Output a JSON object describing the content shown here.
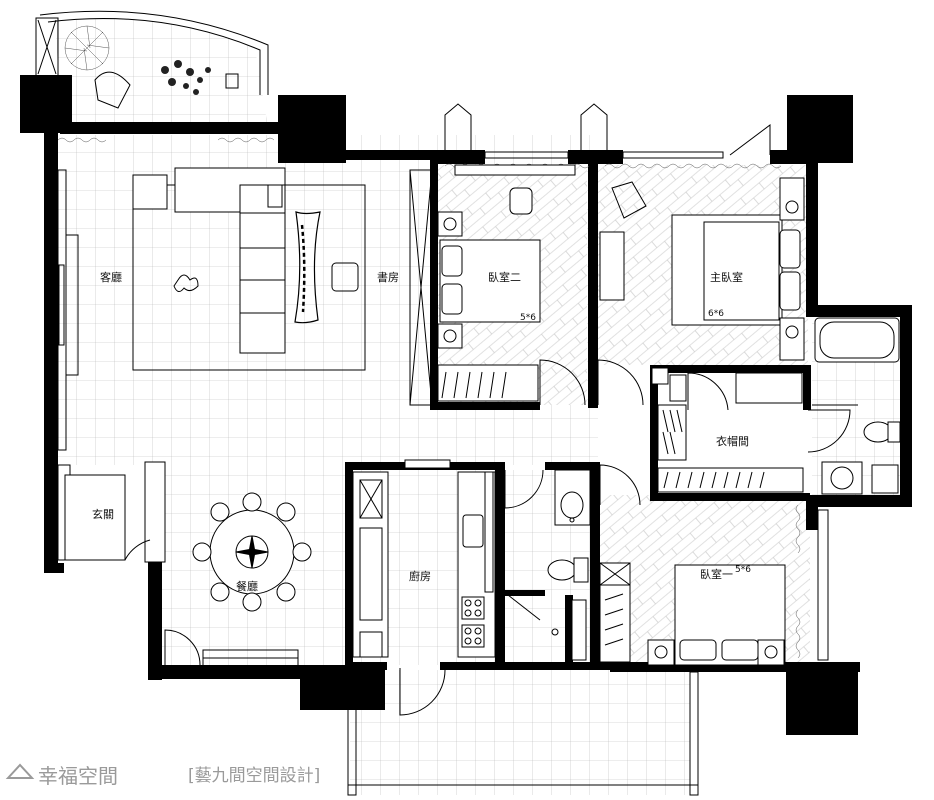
{
  "rooms": {
    "living_room": "客廳",
    "study": "書房",
    "second_bedroom": "臥室二",
    "second_bedroom_size": "5*6",
    "master_bedroom": "主臥室",
    "master_bedroom_size": "6*6",
    "walk_in_closet": "衣帽間",
    "entrance": "玄關",
    "dining_room": "餐廳",
    "kitchen": "廚房",
    "first_bedroom": "臥室一",
    "first_bedroom_size": "5*6"
  },
  "watermark": {
    "brand": "幸福空間",
    "designer": "[藝九間空間設計]"
  }
}
